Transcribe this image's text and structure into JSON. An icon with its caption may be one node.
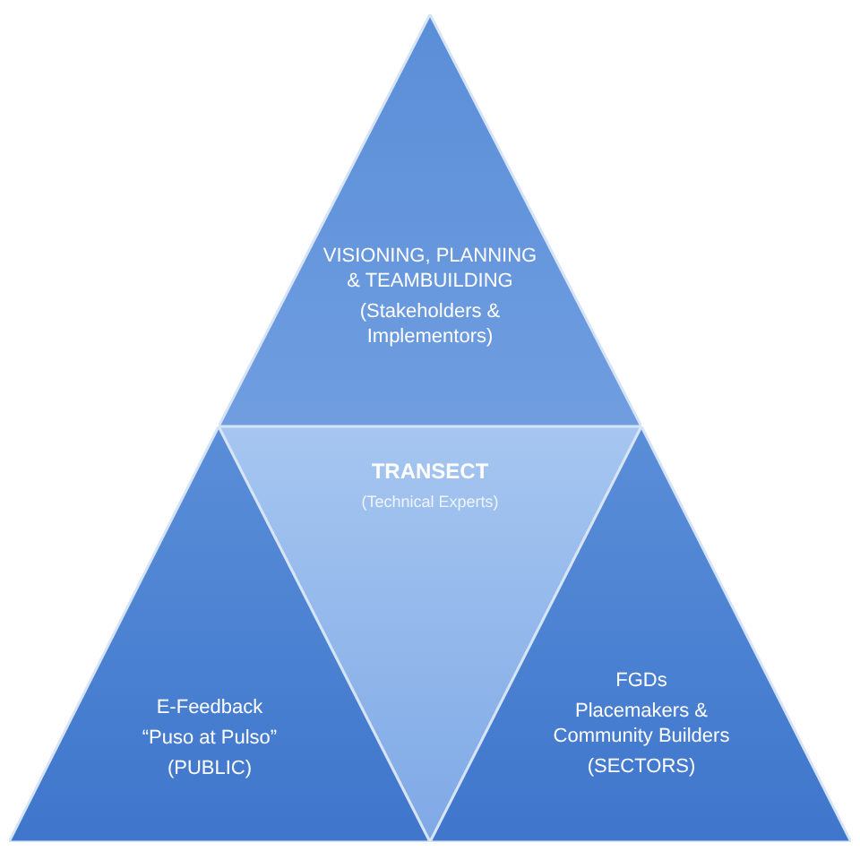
{
  "diagram": {
    "nodes": [
      {
        "text": [
          "VISIONING, PLANNING & TEAMBUILDING",
          "(Stakeholders & Implementors)"
        ]
      },
      {
        "text": [
          "TRANSECT",
          "(Technical Experts)"
        ]
      },
      {
        "text": [
          "E-Feedback",
          "“Puso at Pulso”",
          "(PUBLIC)"
        ]
      },
      {
        "text": [
          "FGDs",
          "Placemakers & Community Builders",
          "(SECTORS)"
        ]
      }
    ]
  }
}
